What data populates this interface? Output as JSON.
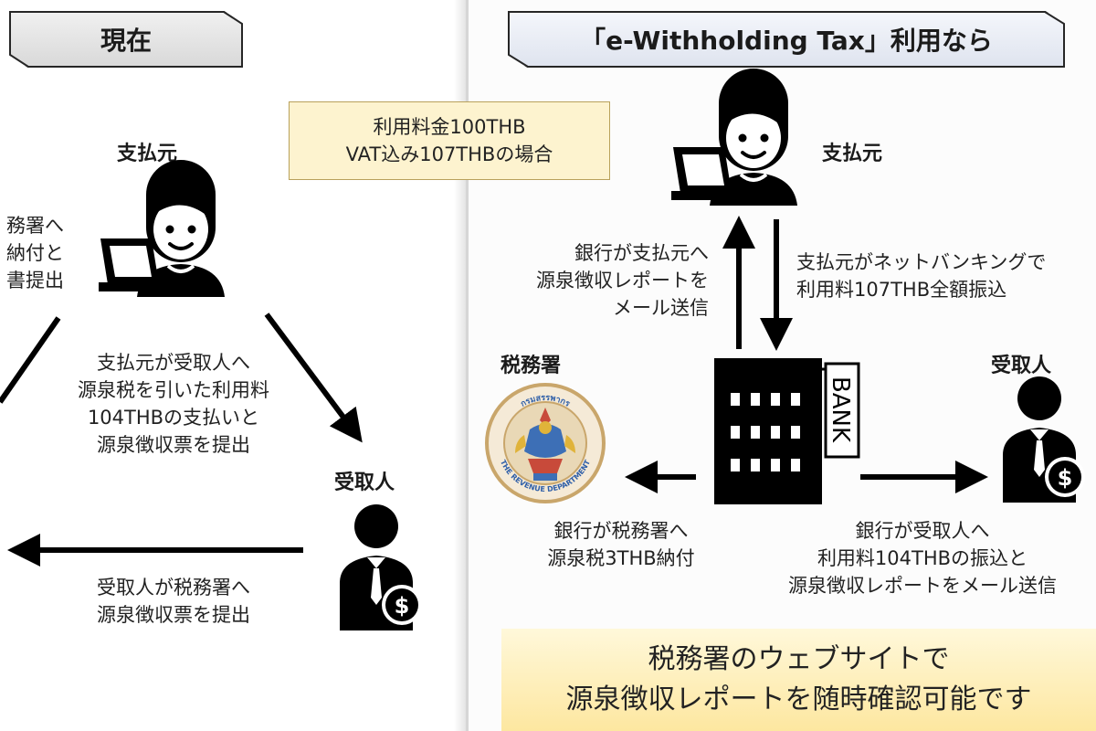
{
  "left_panel": {
    "title": "現在",
    "payer_label": "支払元",
    "receiver_label": "受取人",
    "payer_to_taxoffice_lines": [
      "務署へ",
      "納付と",
      "書提出"
    ],
    "payer_to_receiver_lines": [
      "支払元が受取人へ",
      "源泉税を引いた利用料",
      "104THBの支払いと",
      "源泉徴収票を提出"
    ],
    "receiver_to_taxoffice_lines": [
      "受取人が税務署へ",
      "源泉徴収票を提出"
    ]
  },
  "note_box": {
    "lines": [
      "利用料金100THB",
      "VAT込み107THBの場合"
    ]
  },
  "right_panel": {
    "title": "「e-Withholding Tax」利用なら",
    "payer_label": "支払元",
    "taxoffice_label": "税務署",
    "receiver_label": "受取人",
    "bank_sign": "BANK",
    "bank_to_payer_lines": [
      "銀行が支払元へ",
      "源泉徴収レポートを",
      "メール送信"
    ],
    "payer_to_bank_lines": [
      "支払元がネットバンキングで",
      "利用料107THB全額振込"
    ],
    "bank_to_taxoffice_lines": [
      "銀行が税務署へ",
      "源泉税3THB納付"
    ],
    "bank_to_receiver_lines": [
      "銀行が受取人へ",
      "利用料104THBの振込と",
      "源泉徴収レポートをメール送信"
    ],
    "seal_text_top": "กรมสรรพากร",
    "seal_text_bottom": "THE REVENUE DEPARTMENT",
    "banner_lines": [
      "税務署のウェブサイトで",
      "源泉徴収レポートを随時確認可能です"
    ]
  },
  "icons": {
    "coin_symbol": "$",
    "person_at_laptop_icon": "person-at-laptop-icon",
    "businessman_icon": "businessman-with-dollar-icon",
    "bank_icon": "bank-building-icon",
    "seal_icon": "revenue-department-seal-icon"
  },
  "colors": {
    "icon": "#000000",
    "note_fill": "#fdf3cf",
    "banner_fill": "#fde7a0",
    "seal_blue": "#2f5fa8",
    "seal_red": "#c84a3a"
  }
}
